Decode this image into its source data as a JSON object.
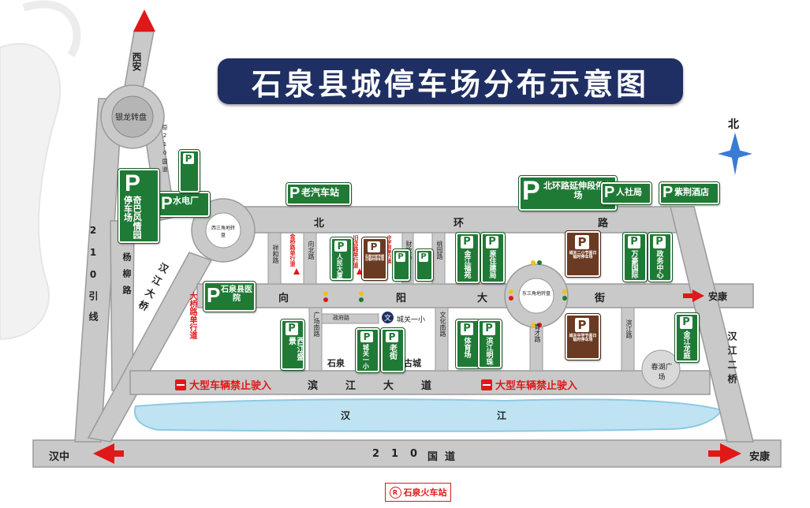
{
  "title": "石泉县城停车场分布示意图",
  "compass": "北",
  "colors": {
    "parking_green": "#1f7a36",
    "parking_brown": "#6b3a22",
    "title_bg": "#1f2f63",
    "road": "#c9c9c9",
    "river": "#bfe3f2",
    "warning_red": "#e01818"
  },
  "directions": {
    "xian": "西安",
    "hanzhong": "汉中",
    "ankang_mid": "安康",
    "ankang_bottom": "安康"
  },
  "roundabouts": {
    "yinlong": "银龙转盘",
    "xisanjiao": "西三角地转盘",
    "dongsanjiao": "东三角地转盘"
  },
  "roads": {
    "beihuan": [
      "北",
      "环",
      "路"
    ],
    "xiangyang": [
      "向",
      "阳",
      "大",
      "街"
    ],
    "binjiang": [
      "滨",
      "江",
      "大",
      "道"
    ],
    "guodao": [
      "2",
      "1",
      "0",
      "国",
      "道"
    ],
    "yin210": "210引线",
    "yangliu": "杨柳路",
    "hanjiang_bridge": "汉江大桥",
    "hanjiang2_bridge": "汉江二桥",
    "yuan210": "原210国道",
    "xianghe": "祥和路",
    "xiangbei": "向北路",
    "caizheng": "财政路",
    "taoyuan": "桃园路",
    "guangchang_nan": "广场南路",
    "wenhua_nan": "文化南路",
    "yucai": "育才路",
    "binjiang_road": "滨江路",
    "zhengfu": "政府路",
    "chengguan1": "城关一小",
    "wen_mark": "文",
    "shiquan_label": "石泉",
    "gucheng_label": "古城",
    "chunhu": "春湖广场",
    "hanjiang_river": [
      "汉",
      "江"
    ]
  },
  "red_notes": {
    "jinqiao": "金桥路单行道",
    "jiudian": "旧店路单行道",
    "zhongxue": "中学前单行道",
    "daqiao": "大桥路单行道"
  },
  "bans": [
    "大型车辆禁止驶入",
    "大型车辆禁止驶入"
  ],
  "station": {
    "icon": "R",
    "label": "石泉火车站"
  },
  "parking": [
    {
      "id": "laoqiche",
      "label": "老汽车站",
      "color": "green"
    },
    {
      "id": "beihuan_ext",
      "label": "北环路延伸段停车场",
      "color": "green"
    },
    {
      "id": "renshe",
      "label": "人社局",
      "color": "green"
    },
    {
      "id": "zijing",
      "label": "紫荆酒店",
      "color": "green"
    },
    {
      "id": "shuidian",
      "label": "水电厂",
      "color": "green"
    },
    {
      "id": "qiba",
      "label": "奇巴风情园停车场",
      "color": "green"
    },
    {
      "id": "shiquan_hospital",
      "label": "石泉县医院",
      "color": "green"
    },
    {
      "id": "xijiang",
      "label": "西江盛景",
      "color": "green"
    },
    {
      "id": "renmin",
      "label": "人民大厦",
      "color": "green"
    },
    {
      "id": "chengguan",
      "label": "城关一小",
      "color": "green"
    },
    {
      "id": "laojie",
      "label": "老街",
      "color": "green"
    },
    {
      "id": "jinjiang",
      "label": "金江福苑",
      "color": "green"
    },
    {
      "id": "yuanzhujian",
      "label": "原住建局",
      "color": "green"
    },
    {
      "id": "tiyuchang",
      "label": "体育场",
      "color": "green"
    },
    {
      "id": "binjiangmz",
      "label": "滨江明珠",
      "color": "green"
    },
    {
      "id": "wanhao",
      "label": "万豪国际",
      "color": "green"
    },
    {
      "id": "zhengwu",
      "label": "政务中心",
      "color": "green"
    },
    {
      "id": "jinjiangld",
      "label": "金江龙庭",
      "color": "green"
    },
    {
      "id": "chengguan2",
      "label": "城关二小节假日临时停车场",
      "color": "brown"
    },
    {
      "id": "chengguanzx",
      "label": "城关中学节假日临时停车场",
      "color": "brown"
    },
    {
      "id": "shiquanzx",
      "label": "石泉中学节假日临时停车场",
      "color": "brown"
    }
  ]
}
